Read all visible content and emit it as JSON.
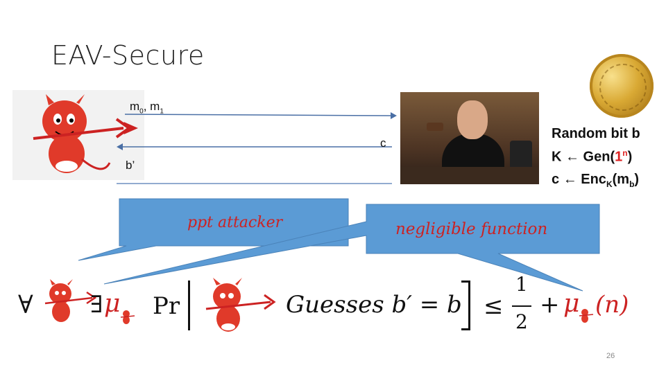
{
  "slide": {
    "title": "EAV-Secure",
    "page_number": "26"
  },
  "protocol": {
    "msg_m": "m",
    "msg_sub0": "0",
    "msg_comma": ", m",
    "msg_sub1": "1",
    "cipher": "c",
    "guess": "b’"
  },
  "challenger": {
    "line1": "Random bit b",
    "line2_prefix": "K ",
    "line2_arrow": "🡨",
    "line2_gen": " Gen(",
    "line2_one": "1",
    "line2_n": "n",
    "line2_close": ")",
    "line3_prefix": "c ",
    "line3_enc": " Enc",
    "line3_k": "K",
    "line3_open": "(m",
    "line3_b": "b",
    "line3_close": ")"
  },
  "callouts": {
    "ppt": "ppt attacker",
    "negl": "negligible function"
  },
  "formula": {
    "forall": "∀",
    "exists": "∃",
    "mu": "μ",
    "pr": "Pr",
    "guesses": "Guesses b′ = b",
    "leq": "≤",
    "half_num": "1",
    "half_den": "2",
    "plus": "+",
    "mu2": "μ",
    "n": "(n)"
  },
  "colors": {
    "callout_fill": "#5b9bd5",
    "red_text": "#cc2222",
    "devil_red": "#e03a2a"
  }
}
